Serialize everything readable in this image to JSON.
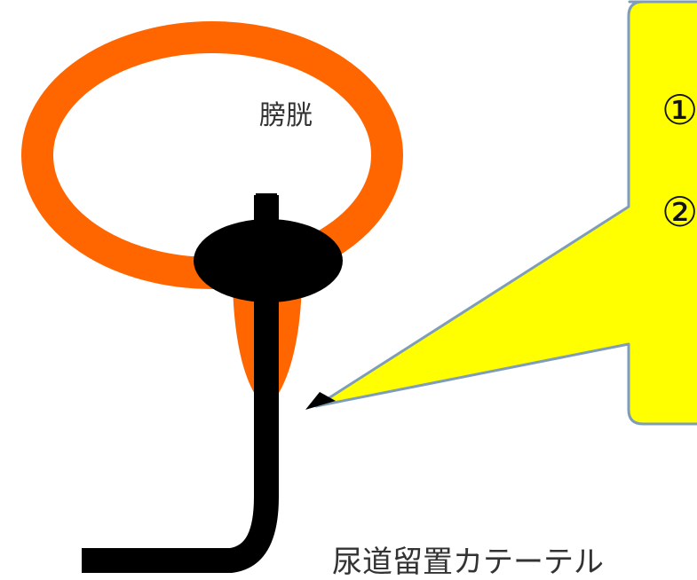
{
  "diagram": {
    "bladder_label": "膀胱",
    "catheter_label": "尿道留置カテーテル",
    "callout_item_1": "①",
    "callout_item_2": "②"
  },
  "colors": {
    "bladder_wall": "#ff6600",
    "catheter": "#000000",
    "callout_fill": "#ffff00",
    "callout_border": "#7f9db9",
    "label_text": "#333333",
    "background": "#ffffff"
  }
}
